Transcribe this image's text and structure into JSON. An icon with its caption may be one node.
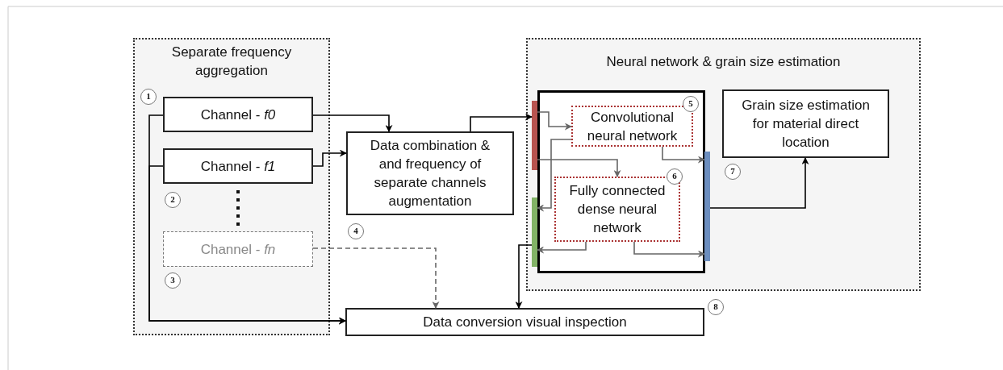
{
  "diagram": {
    "nodes": [
      {
        "text": [
          "Separate frequency aggregation"
        ]
      },
      {
        "text": [
          "Channel - *f0*"
        ],
        "in": 0
      },
      {
        "text": [
          "Channel - *f1*"
        ],
        "in": 0
      },
      {
        "text": [
          "Channel - *fn*"
        ],
        "in": 0
      },
      {
        "text": [
          "Data combination & and frequency of separate channels augmentation"
        ]
      },
      {
        "text": [
          "Neural network & grain size estimation"
        ]
      },
      {
        "text": [],
        "shape": "box",
        "in": 5
      },
      {
        "text": [],
        "shape": "bar",
        "in": 5
      },
      {
        "text": [
          "Convolutional neural network"
        ],
        "in": 6
      },
      {
        "text": [
          "Fully connected dense neural network"
        ],
        "in": 6
      },
      {
        "text": [],
        "shape": "bar",
        "in": 5
      },
      {
        "text": [],
        "shape": "bar",
        "in": 5
      },
      {
        "text": [
          "Grain size estimation for material direct location"
        ],
        "in": 5
      },
      {
        "text": [
          "Data conversion visual inspection"
        ]
      }
    ],
    "edges": [
      {
        "from": 1,
        "to": 4,
        "arrow": "to"
      },
      {
        "from": 2,
        "to": 4,
        "arrow": "to"
      },
      {
        "from": 3,
        "to": 13,
        "arrow": "to",
        "style": "dashed",
        "color": "#666666"
      },
      {
        "from": 1,
        "to": 13,
        "arrow": "to"
      },
      {
        "from": 2,
        "to": 13,
        "arrow": "to"
      },
      {
        "from": 4,
        "to": 7,
        "arrow": "to"
      },
      {
        "from": 7,
        "to": 8,
        "arrow": "to",
        "color": "#666666"
      },
      {
        "from": 7,
        "to": 9,
        "arrow": "to",
        "color": "#666666"
      },
      {
        "from": 8,
        "to": 10,
        "arrow": "to",
        "color": "#666666"
      },
      {
        "from": 8,
        "to": 11,
        "arrow": "to",
        "color": "#666666"
      },
      {
        "from": 9,
        "to": 10,
        "arrow": "to",
        "color": "#666666"
      },
      {
        "from": 9,
        "to": 11,
        "arrow": "to",
        "color": "#666666"
      },
      {
        "from": 11,
        "to": 12,
        "arrow": "to"
      },
      {
        "from": 10,
        "to": 13,
        "arrow": "to"
      }
    ],
    "labels": [
      "1",
      "2",
      "3",
      "4",
      "5",
      "6",
      "7",
      "8"
    ]
  }
}
